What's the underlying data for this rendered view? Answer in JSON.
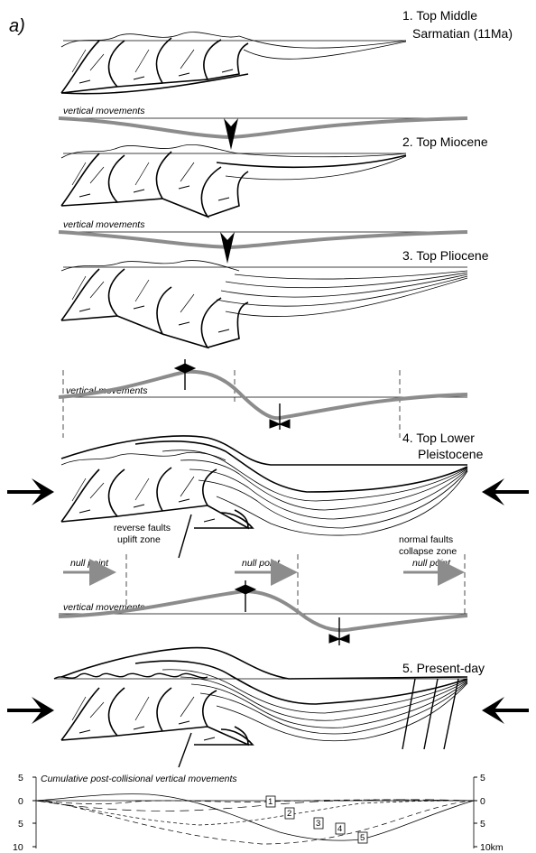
{
  "panel_label": "a)",
  "stages": [
    {
      "number": "1.",
      "title_line1": "Top Middle",
      "title_line2": "Sarmatian (11Ma)"
    },
    {
      "number": "2.",
      "title_line1": "Top  Miocene"
    },
    {
      "number": "3.",
      "title_line1": "Top  Pliocene"
    },
    {
      "number": "4.",
      "title_line1": "Top Lower",
      "title_line2": "Pleistocene"
    },
    {
      "number": "5.",
      "title_line1": "Present-day"
    }
  ],
  "vertical_movements_label": "vertical movements",
  "annotations": {
    "reverse_line1": "reverse faults",
    "reverse_line2": "uplift zone",
    "normal_line1": "normal faults",
    "normal_line2": "collapse zone",
    "null_point": "null point"
  },
  "bottom_chart": {
    "title": "Cumulative post-collisional vertical movements",
    "left_ticks": [
      "5",
      "0",
      "5",
      "10"
    ],
    "right_ticks": [
      "5",
      "0",
      "5",
      "10km"
    ],
    "curve_labels": [
      "1",
      "2",
      "3",
      "4",
      "5"
    ]
  },
  "colors": {
    "line": "#000000",
    "movement_curve": "#8c8c8c",
    "null_arrow": "#8c8c8c",
    "dashed_marker": "#808080"
  }
}
